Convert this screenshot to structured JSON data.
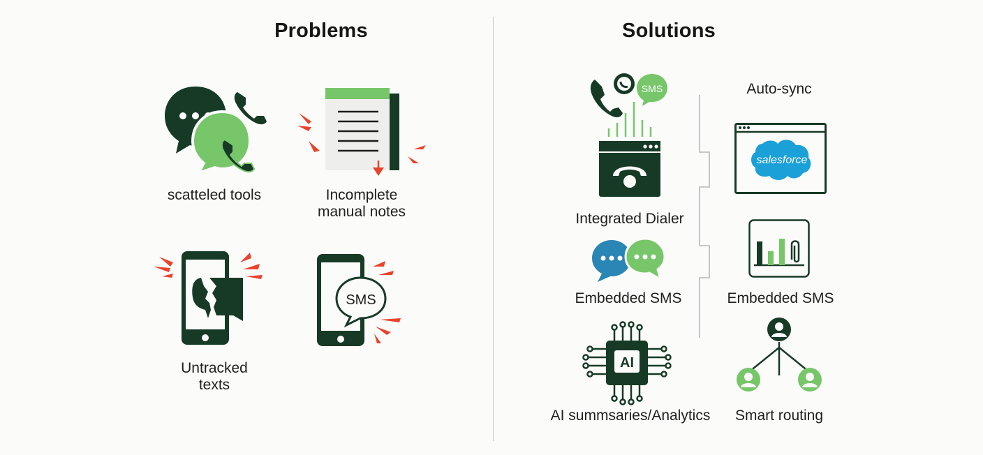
{
  "problems": {
    "title": "Problems",
    "items": [
      {
        "label": "scatteled tools",
        "icon": "chat-bubbles-phone-icon"
      },
      {
        "label": "Incomplete\nmanual notes",
        "icon": "notepad-icon"
      },
      {
        "label": "Untracked\ntexts",
        "icon": "broken-phone-icon"
      },
      {
        "label": "",
        "icon": "phone-sms-icon",
        "sms_text": "SMS"
      }
    ]
  },
  "solutions": {
    "title": "Solutions",
    "left_items": [
      {
        "label": "Integrated Dialer",
        "icon": "dialer-icon",
        "sms_text": "SMS"
      },
      {
        "label": "Embedded SMS",
        "icon": "chat-bubbles-icon"
      },
      {
        "label": "AI summsaries/Analytics",
        "icon": "ai-chip-icon",
        "chip_text": "AI"
      }
    ],
    "right_items": [
      {
        "label": "Auto-sync",
        "icon": "salesforce-window-icon",
        "logo_text": "salesforce"
      },
      {
        "label": "Embedded SMS",
        "icon": "bar-chart-icon"
      },
      {
        "label": "Smart routing",
        "icon": "routing-users-icon"
      }
    ]
  },
  "colors": {
    "dark_green": "#173a26",
    "light_green": "#77c66a",
    "red_accent": "#e8432b",
    "blue_accent": "#2a86b4",
    "salesforce_blue": "#1ba0d8"
  }
}
